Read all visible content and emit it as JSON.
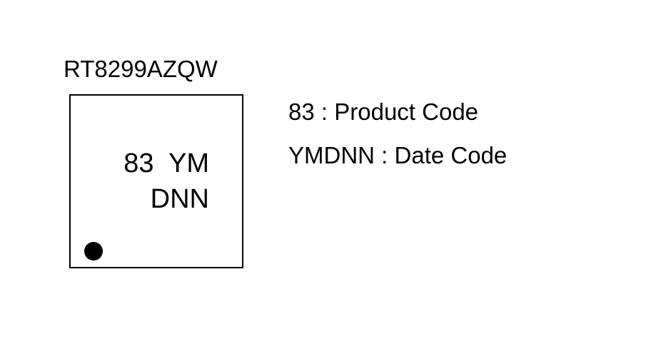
{
  "part_number": "RT8299AZQW",
  "package": {
    "marking_line1": "83  YM",
    "marking_line2": "DNN",
    "pin1_indicator": "filled-dot"
  },
  "legend": [
    {
      "code": "83",
      "separator": " : ",
      "description": "Product Code"
    },
    {
      "code": "YMDNN",
      "separator": " : ",
      "description": "Date Code"
    }
  ],
  "colors": {
    "ink": "#000000",
    "background": "#ffffff"
  }
}
